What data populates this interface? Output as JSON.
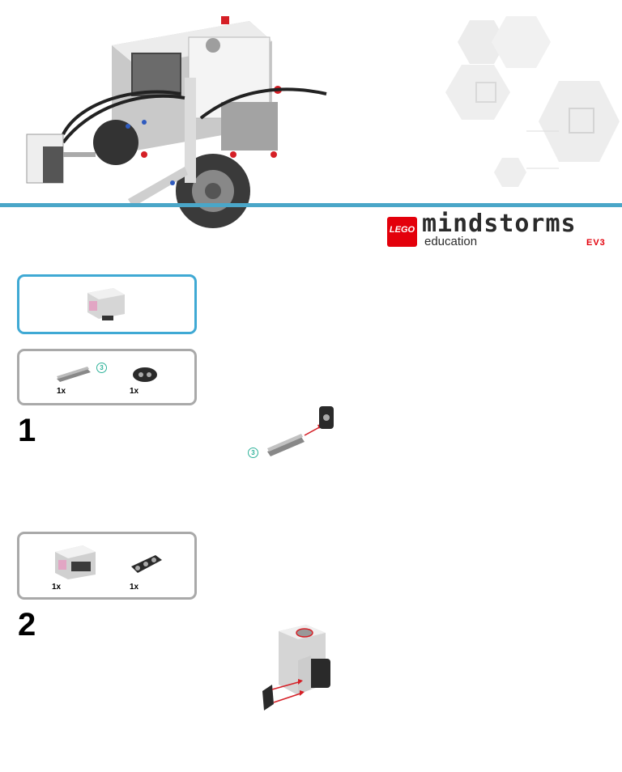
{
  "brand": {
    "lego": "LEGO",
    "name": "mindstorms",
    "subtitle": "education",
    "edition": "EV3"
  },
  "step1": {
    "number": "1",
    "parts": [
      {
        "qty": "1x",
        "icon": "axle-3-icon"
      },
      {
        "qty": "1x",
        "icon": "bush-icon"
      }
    ],
    "callout": "3"
  },
  "step2": {
    "number": "2",
    "parts": [
      {
        "qty": "1x",
        "icon": "sensor-icon"
      },
      {
        "qty": "1x",
        "icon": "beam-icon"
      }
    ]
  },
  "colors": {
    "accent": "#4aa6c8",
    "lego_red": "#e3000b",
    "callout": "#2fb29a"
  }
}
